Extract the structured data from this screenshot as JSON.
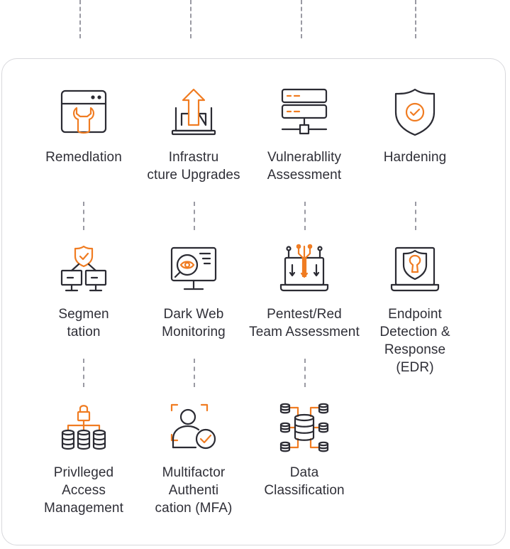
{
  "items": [
    {
      "label": "Remedlation"
    },
    {
      "label": "Infrastru\ncture Upgrades"
    },
    {
      "label": "Vulnerabllity\nAssessment"
    },
    {
      "label": "Hardening"
    },
    {
      "label": "Segmen\ntation"
    },
    {
      "label": "Dark Web\nMonitoring"
    },
    {
      "label": "Pentest/Red\nTeam Assessment"
    },
    {
      "label": "Endpoint\nDetection &\nResponse\n(EDR)"
    },
    {
      "label": "Privlleged\nAccess\nManagement"
    },
    {
      "label": "Multifactor\nAuthenti\ncation (MFA)"
    },
    {
      "label": "Data\nClassification"
    }
  ],
  "colors": {
    "accent": "#f07c22",
    "icon": "#2b2b33",
    "connector": "#9a9aa3",
    "panel_border": "#d8d8dc"
  },
  "icons": [
    "browser-wrench-icon",
    "upload-laptop-icon",
    "server-network-icon",
    "shield-check-icon",
    "network-shield-icon",
    "monitor-eye-search-icon",
    "laptop-circuit-icon",
    "laptop-keyhole-shield-icon",
    "lock-database-icon",
    "user-check-focus-icon",
    "database-cluster-icon"
  ]
}
